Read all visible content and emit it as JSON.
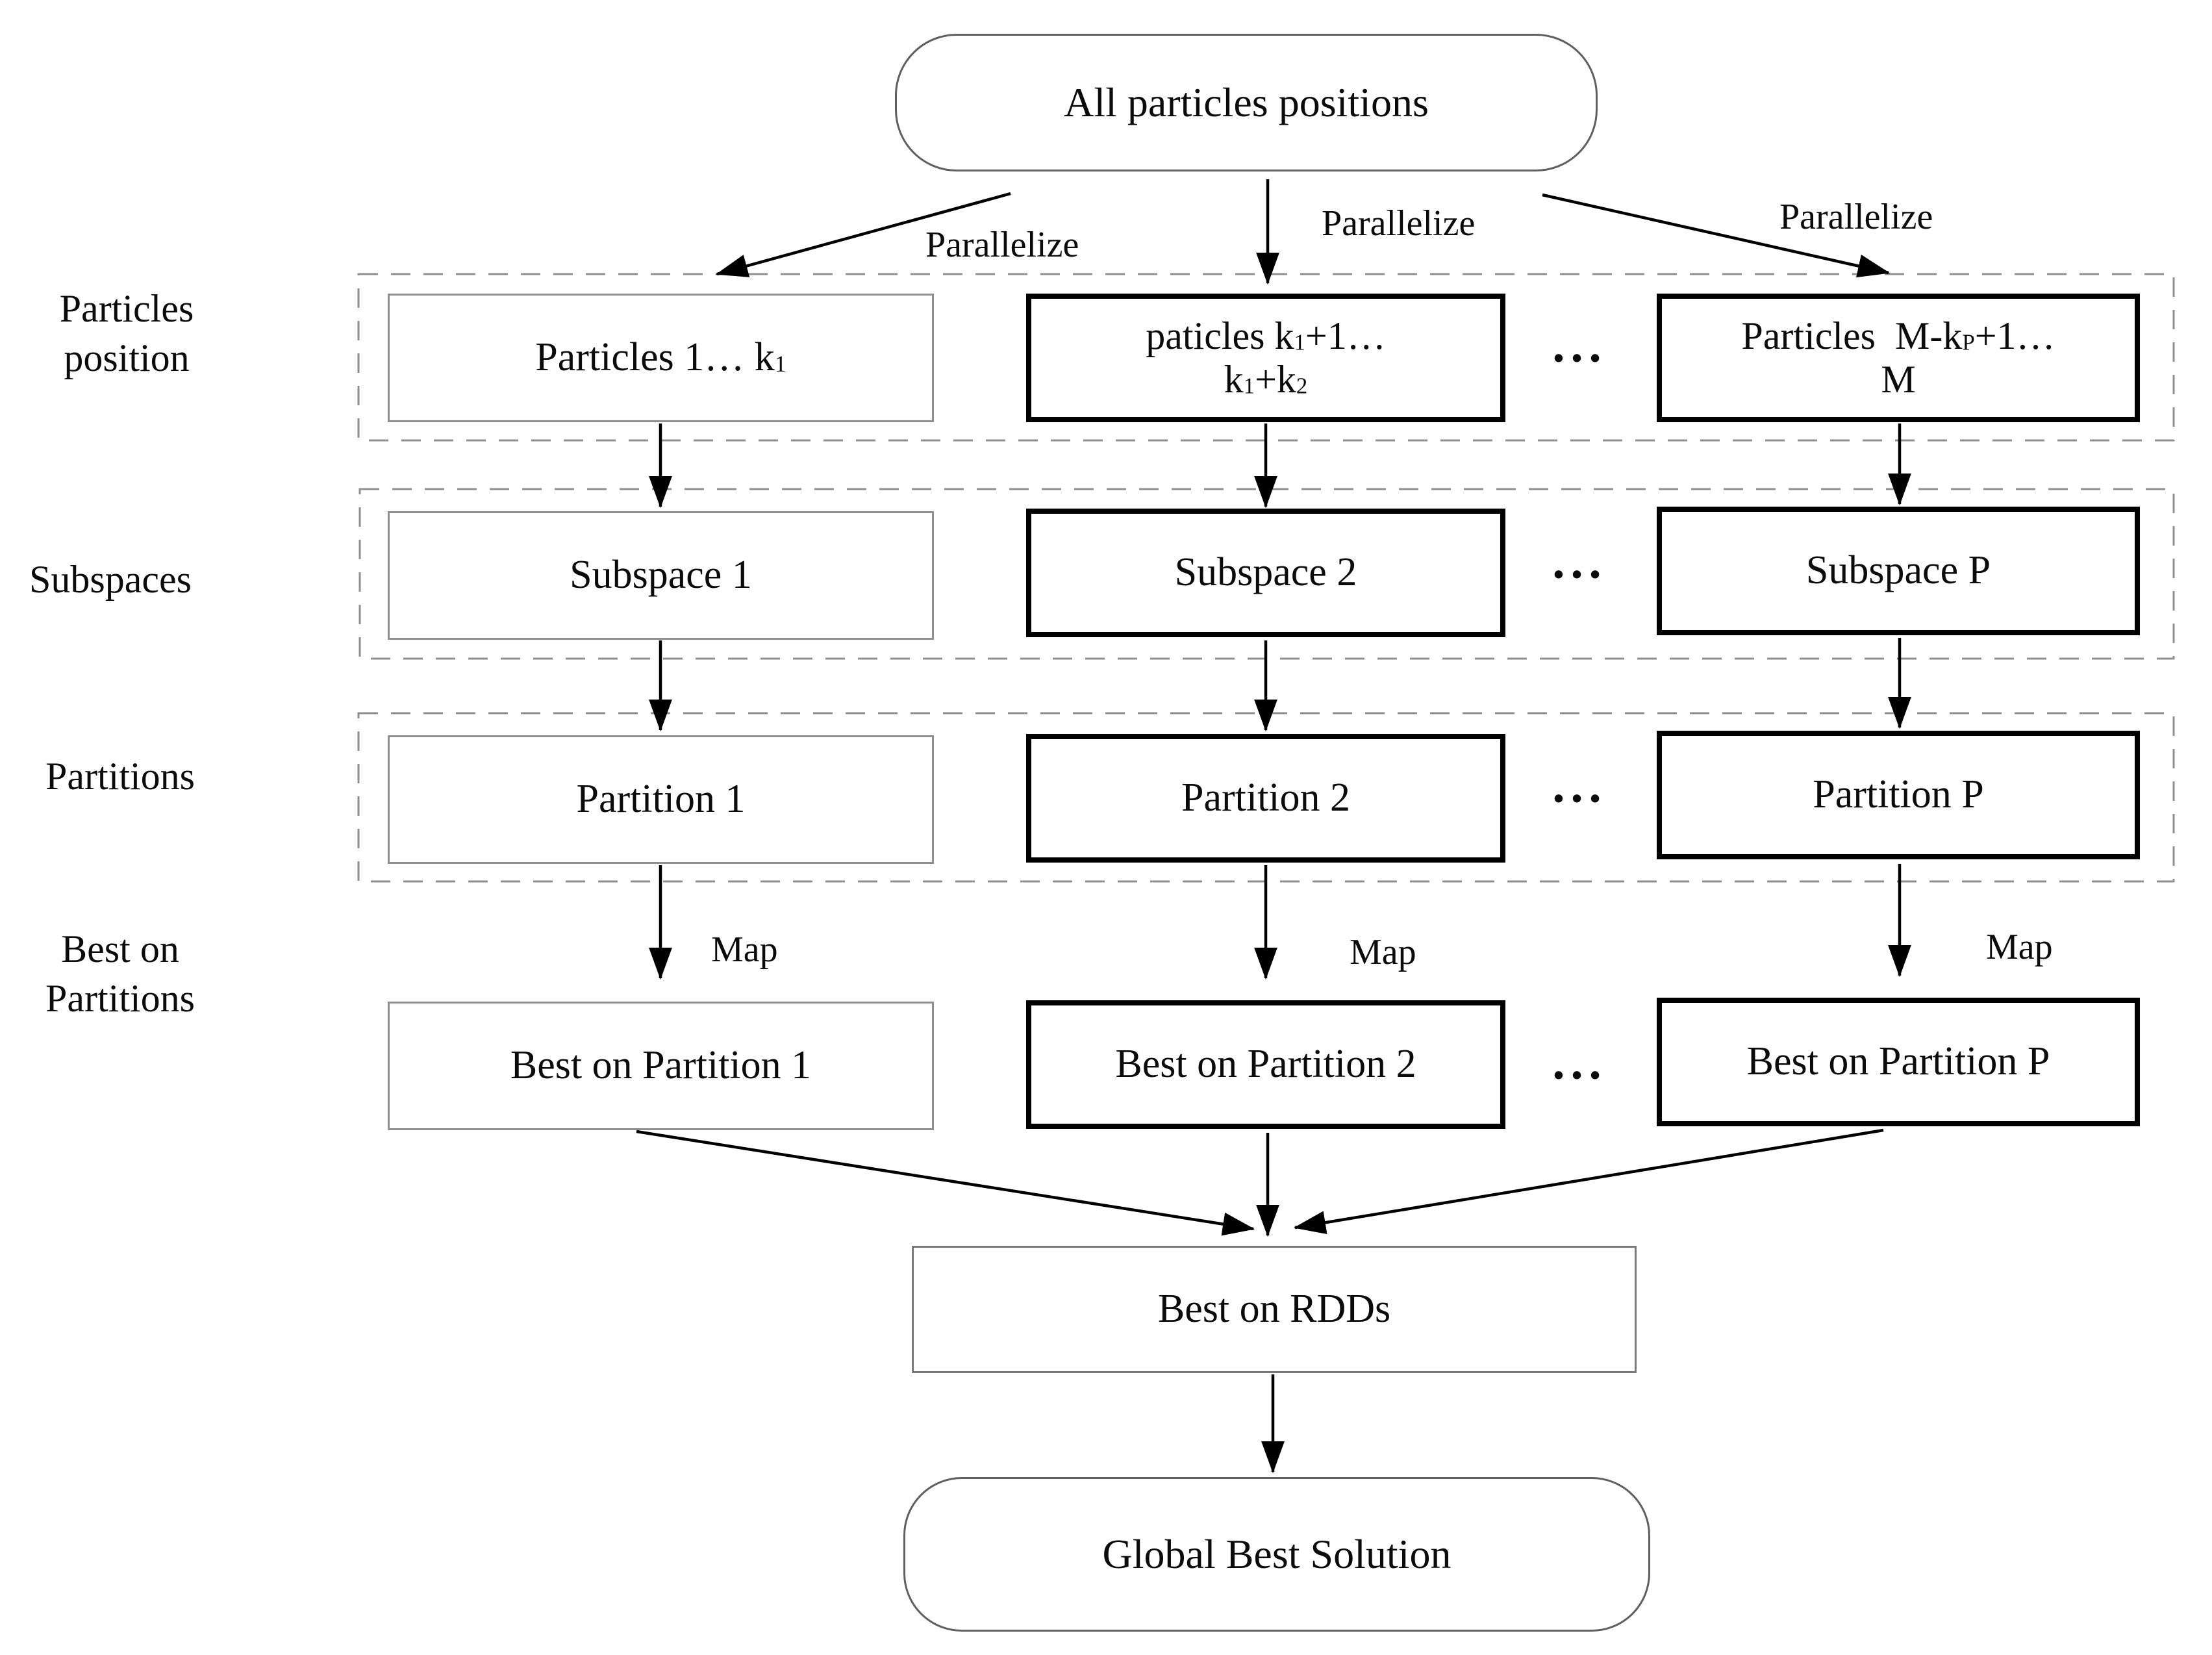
{
  "top": {
    "title": "All particles positions"
  },
  "side_labels": {
    "particles_position_line1": "Particles",
    "particles_position_line2": "position",
    "subspaces": "Subspaces",
    "partitions": "Partitions",
    "best_on_partitions_line1": "Best on",
    "best_on_partitions_line2": "Partitions"
  },
  "edge_labels": {
    "parallelize_left": "Parallelize",
    "parallelize_middle": "Parallelize",
    "parallelize_right": "Parallelize",
    "map_left": "Map",
    "map_middle": "Map",
    "map_right": "Map",
    "dots": "•••"
  },
  "rows": {
    "particles": {
      "box1": {
        "pre": "Particles 1… k",
        "sub": "1"
      },
      "box2": {
        "l1a": "paticles k",
        "l1b": "1",
        "l1c": "+1…",
        "l2a": "k",
        "l2b": "1",
        "l2c": "+k",
        "l2d": "2"
      },
      "box3": {
        "l1a": "Particles  M-k",
        "l1b": "P",
        "l1c": "+1…",
        "l2": "M"
      }
    },
    "subspaces": {
      "box1": "Subspace 1",
      "box2": "Subspace 2",
      "box3": "Subspace P"
    },
    "partitions": {
      "box1": "Partition 1",
      "box2": "Partition 2",
      "box3": "Partition P"
    },
    "best": {
      "box1": "Best on Partition 1",
      "box2": "Best on Partition 2",
      "box3": "Best on Partition P"
    }
  },
  "bottom": {
    "best_on_rdds": "Best on RDDs",
    "global_best": "Global Best Solution"
  },
  "colors": {
    "ink": "#000000",
    "thin_border": "#8f8f8f",
    "thick_border": "#000000",
    "dashed_border": "#8f8f8f"
  }
}
